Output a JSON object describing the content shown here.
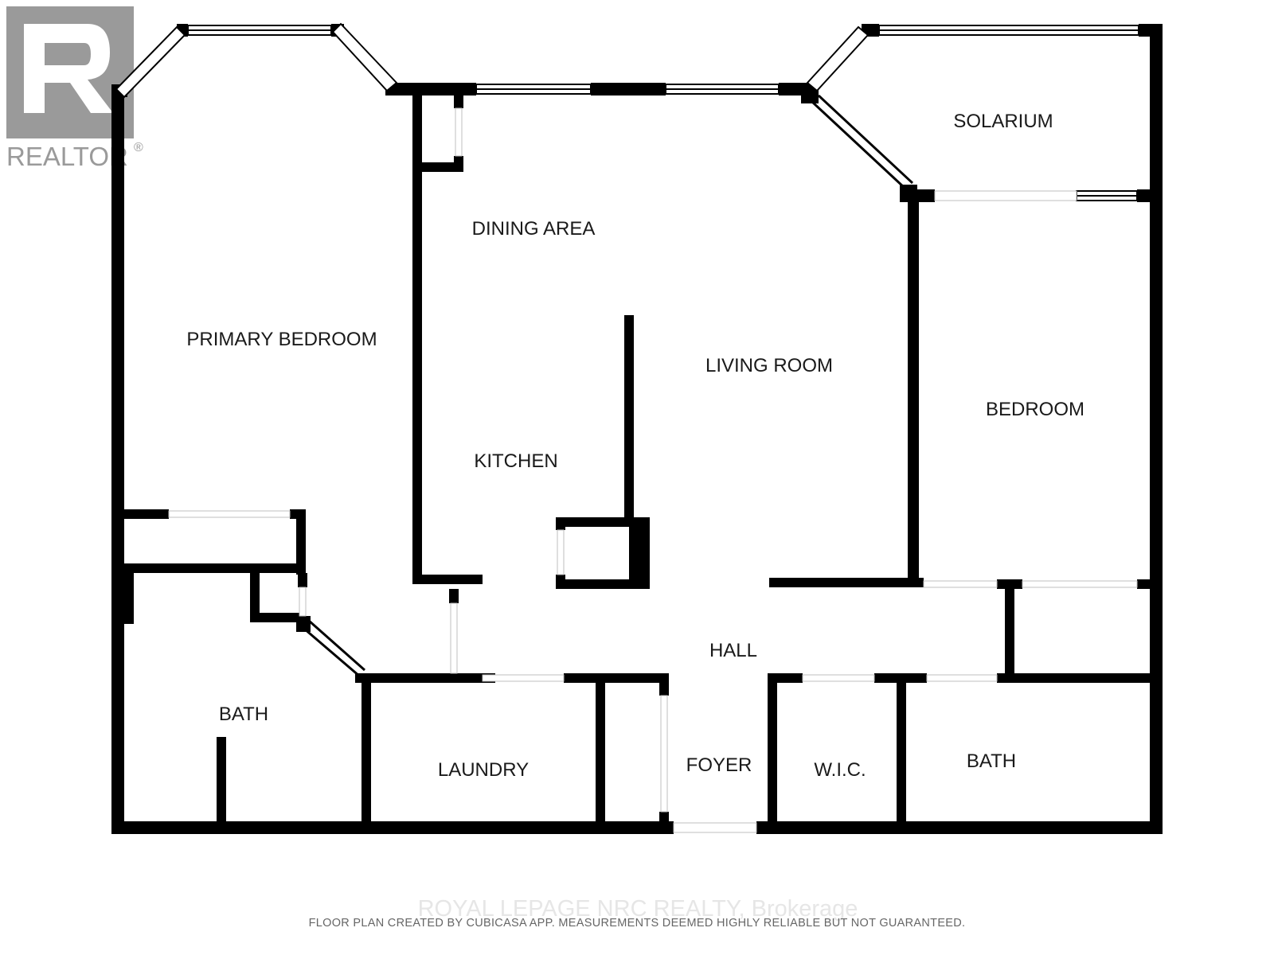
{
  "logo": {
    "text": "REALTOR",
    "mark": "®",
    "color": "#9a9a9a"
  },
  "rooms": {
    "solarium": "SOLARIUM",
    "dining_area": "DINING AREA",
    "primary_bedroom": "PRIMARY BEDROOM",
    "living_room": "LIVING ROOM",
    "bedroom": "BEDROOM",
    "kitchen": "KITCHEN",
    "hall": "HALL",
    "bath_left": "BATH",
    "laundry": "LAUNDRY",
    "foyer": "FOYER",
    "wic": "W.I.C.",
    "bath_right": "BATH"
  },
  "watermark": "ROYAL LEPAGE NRC REALTY, Brokerage",
  "disclaimer": "FLOOR PLAN CREATED BY CUBICASA APP. MEASUREMENTS DEEMED HIGHLY RELIABLE BUT NOT GUARANTEED.",
  "colors": {
    "wall": "#000000",
    "window": "#000000",
    "text": "#1a1a1a"
  }
}
